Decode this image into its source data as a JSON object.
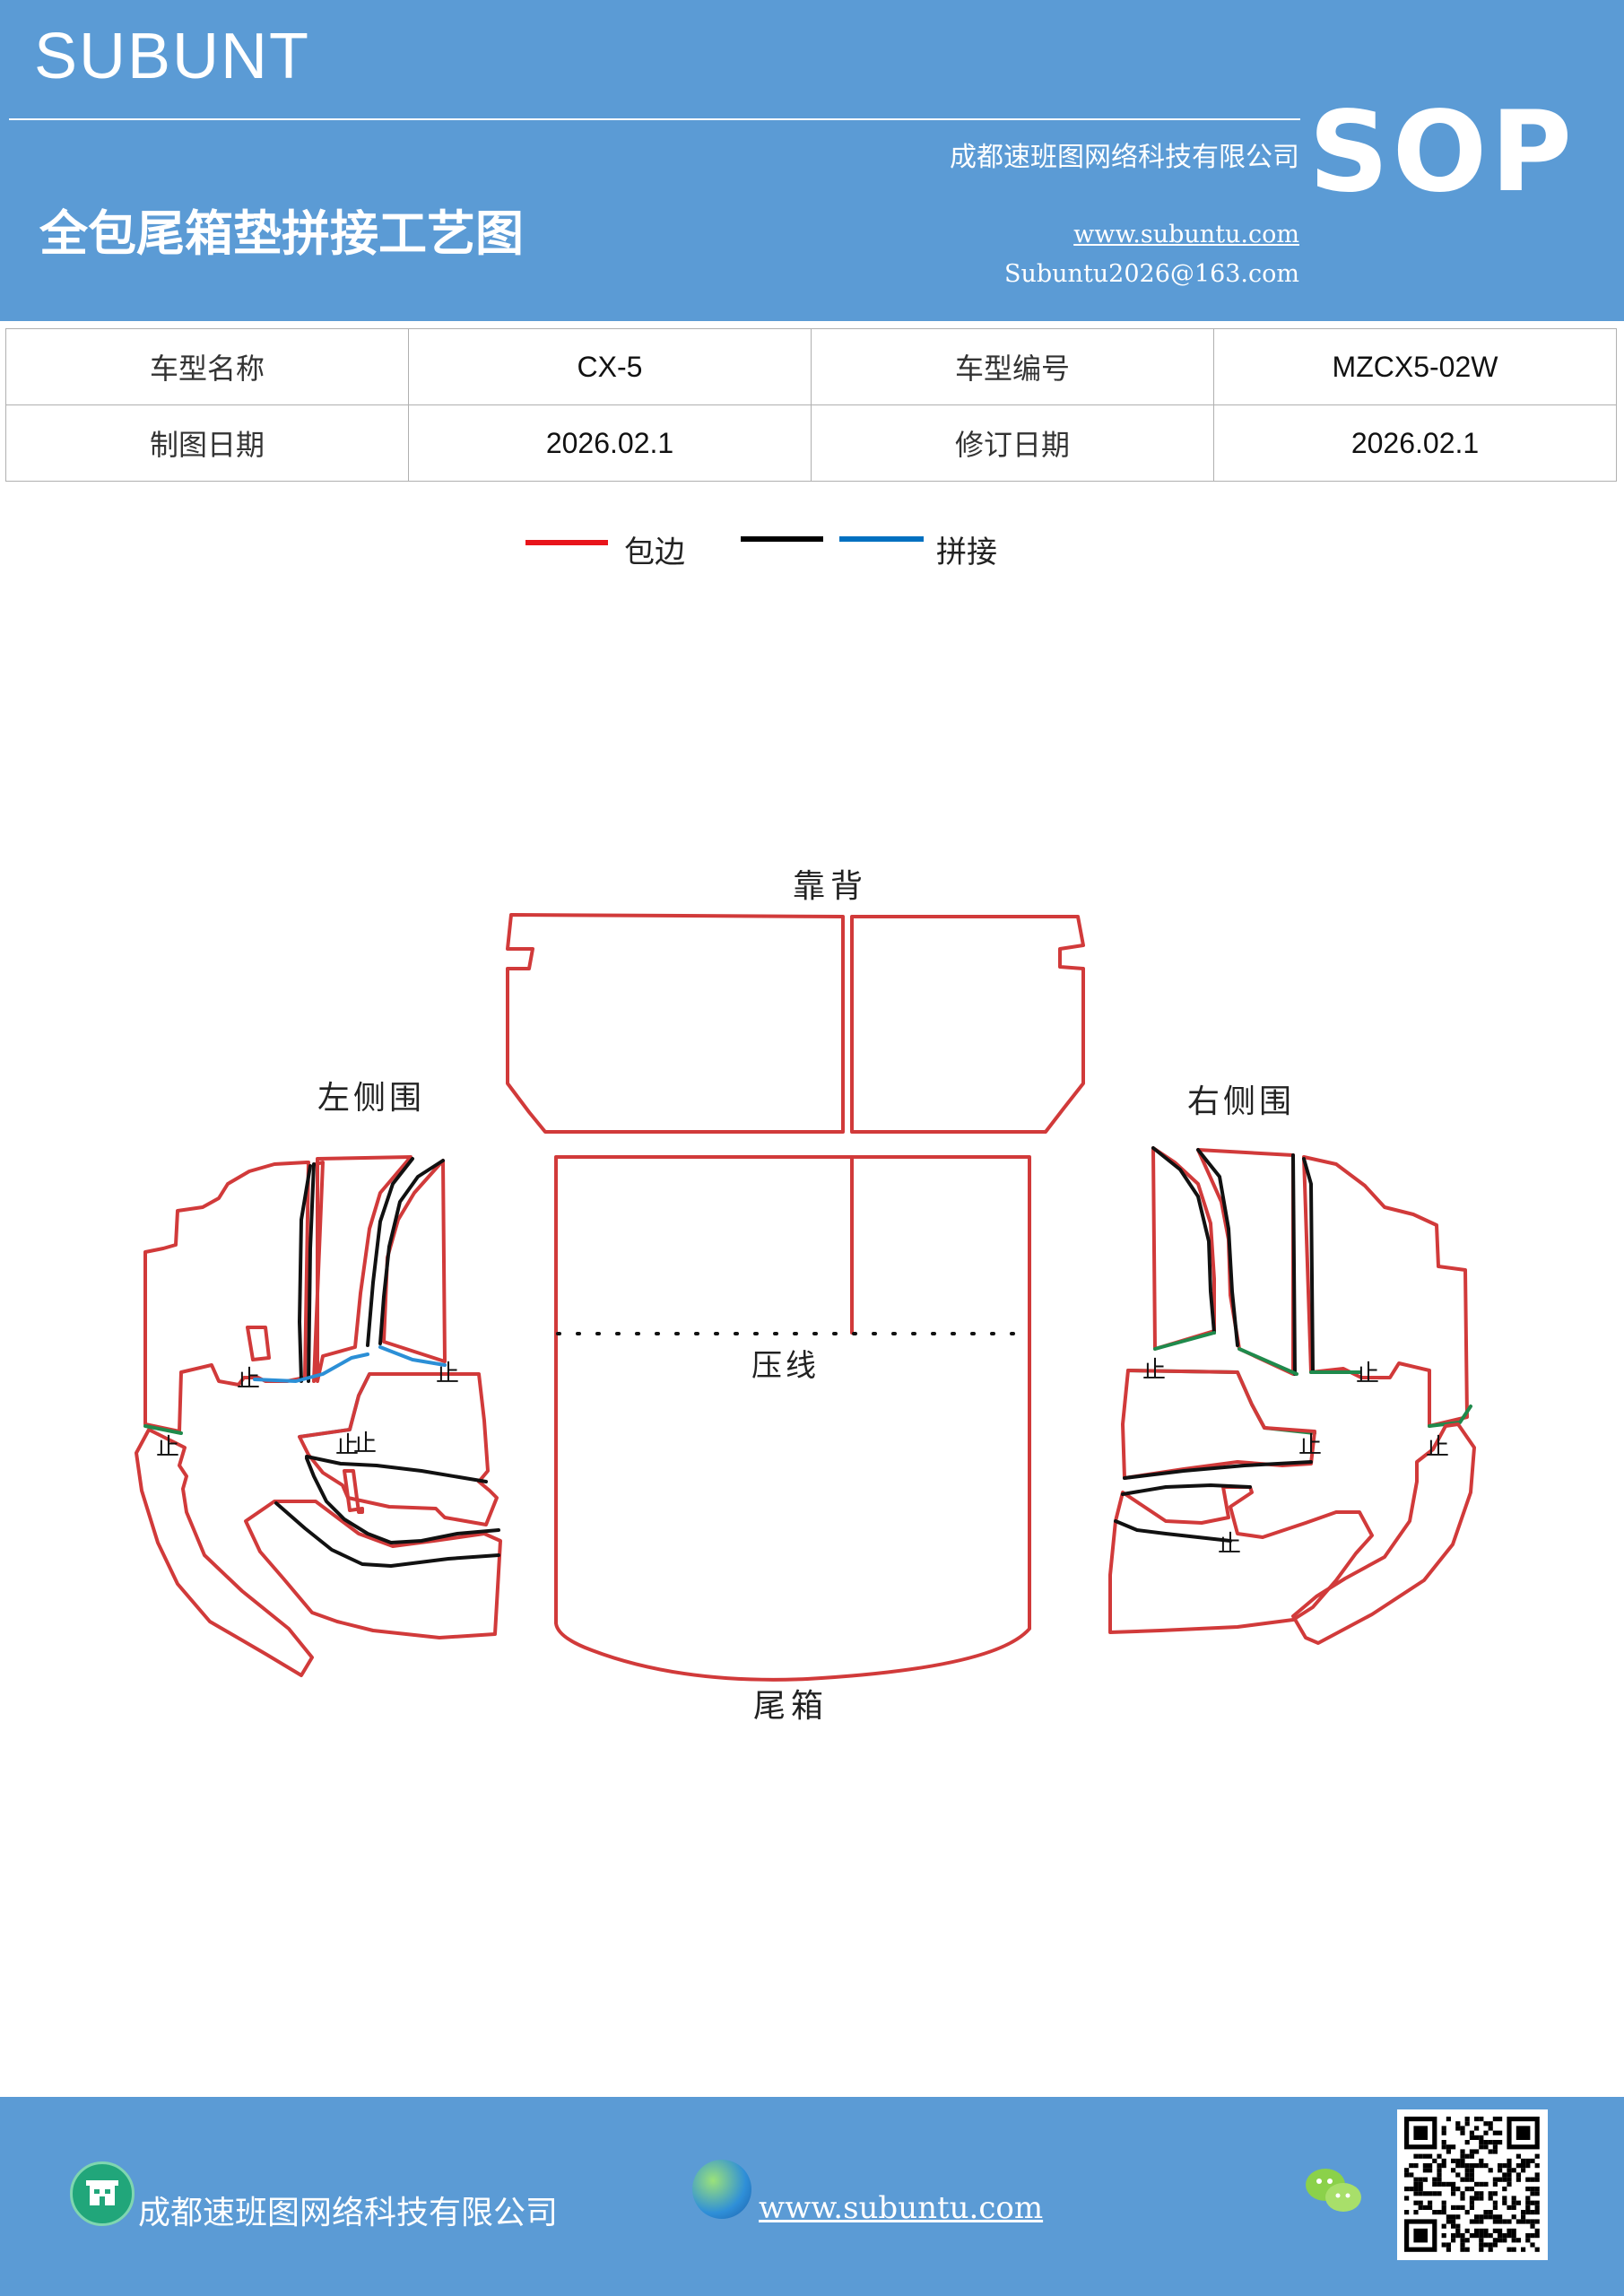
{
  "header": {
    "brand": "SUBUNT",
    "company": "成都速班图网络科技有限公司",
    "title": "全包尾箱垫拼接工艺图",
    "website": "www.subuntu.com",
    "email": "Subuntu2026@163.com",
    "badge": "SOP"
  },
  "info_table": {
    "rows": [
      {
        "label1": "车型名称",
        "value1": "CX-5",
        "label2": "车型编号",
        "value2": "MZCX5-02W"
      },
      {
        "label1": "制图日期",
        "value1": "2026.02.1",
        "label2": "修订日期",
        "value2": "2026.02.1"
      }
    ]
  },
  "legend": {
    "items": [
      {
        "label": "包边",
        "color": "#e8141b"
      },
      {
        "label": "拼接",
        "colors": [
          "#000000",
          "#0070c0"
        ]
      }
    ]
  },
  "diagram": {
    "labels": {
      "backrest": "靠背",
      "left_side": "左侧围",
      "right_side": "右侧围",
      "press_line": "压线",
      "trunk": "尾箱",
      "stop": "止"
    },
    "colors": {
      "edge": "#d13a3a",
      "seam_black": "#111111",
      "seam_blue": "#2b8fd6",
      "seam_green": "#1f8a4c"
    }
  },
  "footer": {
    "company": "成都速班图网络科技有限公司",
    "website": "www.subuntu.com"
  }
}
